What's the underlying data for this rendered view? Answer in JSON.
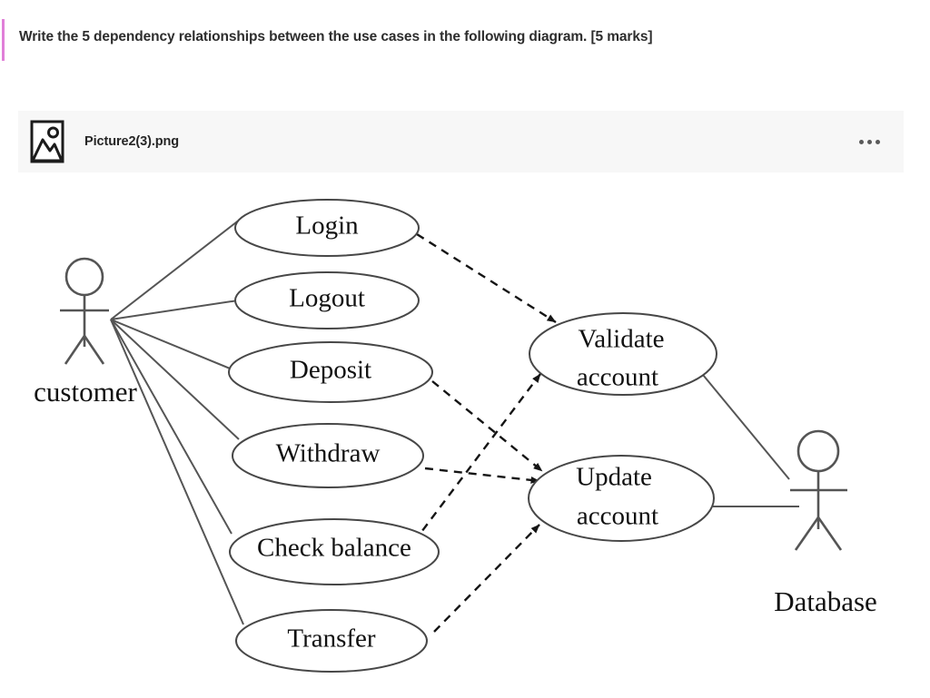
{
  "accent": {
    "color": "#e07fd8"
  },
  "question": {
    "text": "Write the 5 dependency relationships between the use cases in the following diagram. [5 marks]"
  },
  "attachment": {
    "icon": "image-thumbnail-icon",
    "filename": "Picture2(3).png",
    "menu_icon": "more-options-icon",
    "background": "#f7f7f7"
  },
  "diagram": {
    "type": "uml-use-case-diagram",
    "actors": [
      {
        "id": "customer",
        "label": "customer"
      },
      {
        "id": "database",
        "label": "Database"
      }
    ],
    "use_cases": [
      {
        "id": "login",
        "label": "Login"
      },
      {
        "id": "logout",
        "label": "Logout"
      },
      {
        "id": "deposit",
        "label": "Deposit"
      },
      {
        "id": "withdraw",
        "label": "Withdraw"
      },
      {
        "id": "check_balance",
        "label": "Check balance"
      },
      {
        "id": "transfer",
        "label": "Transfer"
      },
      {
        "id": "validate_account",
        "label_line1": "Validate",
        "label_line2": "account"
      },
      {
        "id": "update_account",
        "label_line1": "Update",
        "label_line2": "account"
      }
    ],
    "associations": [
      {
        "from": "customer",
        "to": "login"
      },
      {
        "from": "customer",
        "to": "logout"
      },
      {
        "from": "customer",
        "to": "deposit"
      },
      {
        "from": "customer",
        "to": "withdraw"
      },
      {
        "from": "customer",
        "to": "check_balance"
      },
      {
        "from": "customer",
        "to": "transfer"
      },
      {
        "from": "validate_account",
        "to": "database"
      },
      {
        "from": "update_account",
        "to": "database"
      }
    ],
    "dependencies": [
      {
        "from": "login",
        "to": "validate_account"
      },
      {
        "from": "deposit",
        "to": "update_account"
      },
      {
        "from": "withdraw",
        "to": "update_account"
      },
      {
        "from": "check_balance",
        "to": "validate_account"
      },
      {
        "from": "transfer",
        "to": "update_account"
      }
    ]
  }
}
